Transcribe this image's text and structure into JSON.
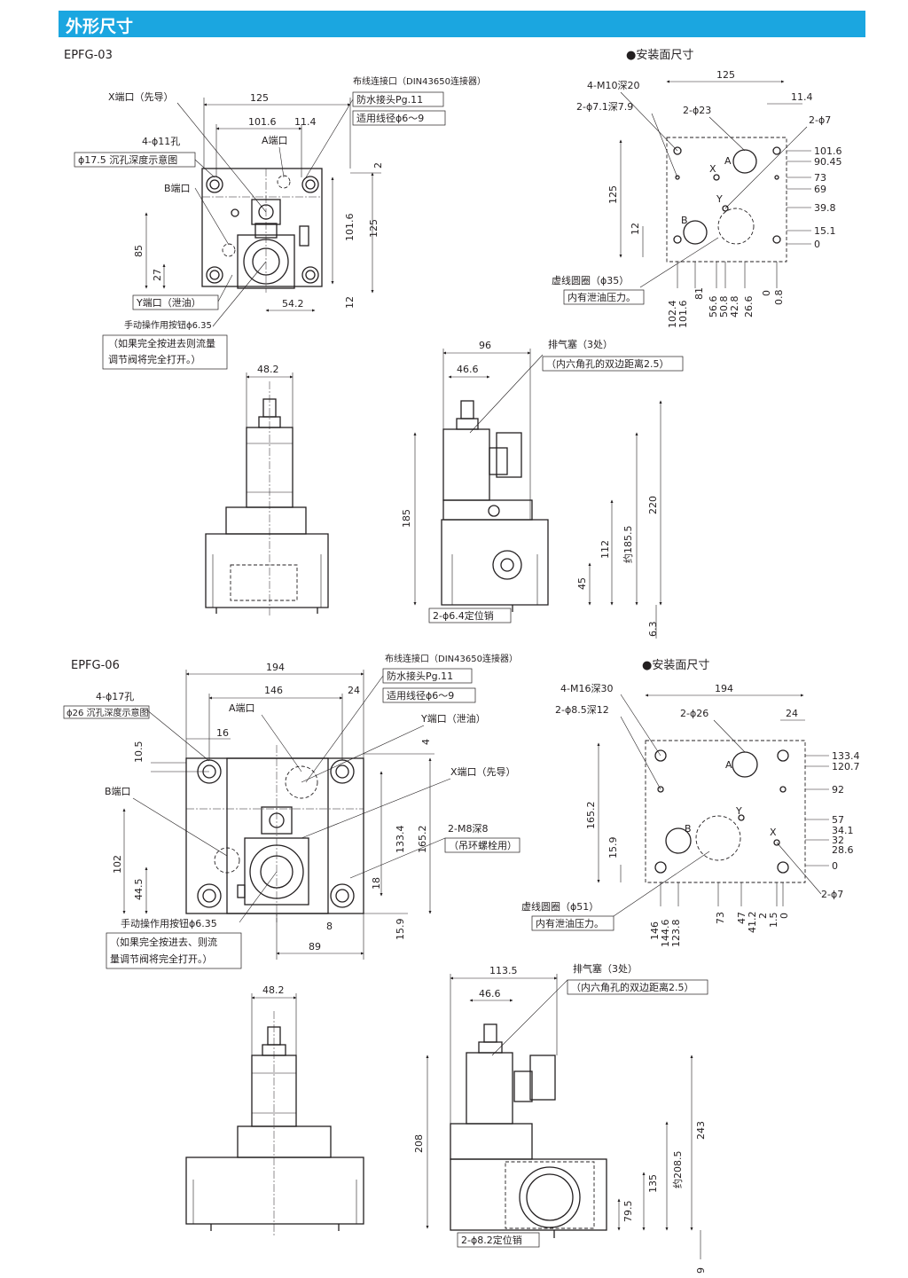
{
  "header": {
    "title": "外形尺寸",
    "color": "#1ba6e0"
  },
  "epfg03": {
    "model": "EPFG-03",
    "mounting_title": "●安装面尺寸",
    "labels": {
      "x_port": "X端口（先导）",
      "holes": "4-ϕ11孔",
      "counterbore": "ϕ17.5 沉孔深度示意图",
      "a_port": "A端口",
      "b_port": "B端口",
      "y_port": "Y端口（泄油）",
      "button": "手动操作用按钮ϕ6.35",
      "button_note1": "（如果完全按进去则流量",
      "button_note2": "调节阀将完全打开。）",
      "connector": "布线连接口（DIN43650连接器）",
      "gland": "防水接头Pg.11",
      "wire": "适用线径ϕ6～9",
      "vent": "排气塞（3处）",
      "vent_note": "（内六角孔的双边距离2.5）",
      "pin": "2-ϕ6.4定位销",
      "thread": "4-M10深20",
      "pin_hole": "2-ϕ7.1深7.9",
      "port_hole": "2-ϕ23",
      "hole7": "2-ϕ7",
      "dashed_circle": "虚线圆圈（ϕ35）",
      "inner_pressure": "内有泄油压力。",
      "A": "A",
      "B": "B",
      "X": "X",
      "Y": "Y"
    },
    "dims": {
      "top_125": "125",
      "top_1016": "101.6",
      "top_114": "11.4",
      "top_2": "2",
      "h_85": "85",
      "h_27": "27",
      "h_1016": "101.6",
      "h_125": "125",
      "h_12": "12",
      "w_542": "54.2",
      "front_482": "48.2",
      "side_96": "96",
      "side_466": "46.6",
      "side_185": "185",
      "side_220": "220",
      "side_1855": "约185.5",
      "side_112": "112",
      "side_45": "45",
      "side_63": "6.3",
      "m_125": "125",
      "m_114": "11.4",
      "m_125v": "125",
      "m_12v": "12"
    },
    "mounting_right": [
      "101.6",
      "90.45",
      "73",
      "69",
      "39.8",
      "15.1",
      "0"
    ],
    "mounting_bottom": [
      "102.4",
      "101.6",
      "81",
      "56.6",
      "50.8",
      "42.8",
      "26.6",
      "0",
      "0.8"
    ]
  },
  "epfg06": {
    "model": "EPFG-06",
    "mounting_title": "●安装面尺寸",
    "labels": {
      "holes": "4-ϕ17孔",
      "counterbore": "ϕ26 沉孔深度示意图",
      "a_port": "A端口",
      "b_port": "B端口",
      "y_port": "Y端口（泄油）",
      "x_port": "X端口（先导）",
      "eye": "2-M8深8",
      "eye_note": "（吊环螺栓用）",
      "button": "手动操作用按钮ϕ6.35",
      "button_note1": "（如果完全按进去、则流",
      "button_note2": "量调节阀将完全打开。）",
      "connector": "布线连接口（DIN43650连接器）",
      "gland": "防水接头Pg.11",
      "wire": "适用线径ϕ6～9",
      "vent": "排气塞（3处）",
      "vent_note": "（内六角孔的双边距离2.5）",
      "pin": "2-ϕ8.2定位销",
      "thread": "4-M16深30",
      "pin_hole": "2-ϕ8.5深12",
      "port_hole": "2-ϕ26",
      "hole7": "2-ϕ7",
      "dashed_circle": "虚线圆圈（ϕ51）",
      "inner_pressure": "内有泄油压力。",
      "A": "A",
      "B": "B",
      "X": "X",
      "Y": "Y"
    },
    "dims": {
      "top_194": "194",
      "top_146": "146",
      "top_24": "24",
      "top_16": "16",
      "top_4": "4",
      "h_105": "10.5",
      "h_102": "102",
      "h_445": "44.5",
      "h_1334": "133.4",
      "h_1652": "165.2",
      "h_18": "18",
      "h_159": "15.9",
      "w_8": "8",
      "w_89": "89",
      "front_482": "48.2",
      "side_1135": "113.5",
      "side_466": "46.6",
      "side_208": "208",
      "side_243": "243",
      "side_2085": "约208.5",
      "side_135": "135",
      "side_795": "79.5",
      "side_9": "9",
      "m_194": "194",
      "m_24": "24",
      "m_1652": "165.2",
      "m_159": "15.9"
    },
    "mounting_right": [
      "133.4",
      "120.7",
      "92",
      "57",
      "34.1",
      "32",
      "28.6",
      "0"
    ],
    "mounting_bottom": [
      "146",
      "144.6",
      "123.8",
      "73",
      "47",
      "41.2",
      "2",
      "1.5",
      "0"
    ]
  }
}
